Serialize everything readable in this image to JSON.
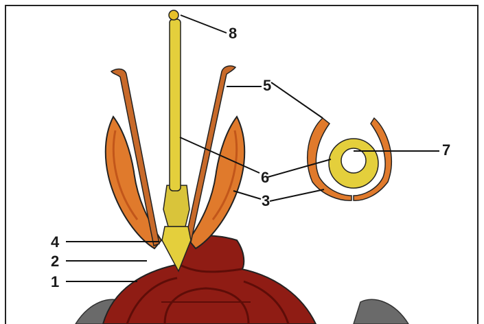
{
  "labels": {
    "l1": "1",
    "l2": "2",
    "l3": "3",
    "l4": "4",
    "l5": "5",
    "l6": "6",
    "l7": "7",
    "l8": "8"
  },
  "colors": {
    "background": "#ffffff",
    "frame": "#222222",
    "head": "#8f1c14",
    "head_dark": "#5e0d08",
    "mandible_dark": "#c2561a",
    "mandible": "#e07a2c",
    "maxilla": "#c86a2a",
    "hypopharynx": "#d9c43a",
    "proboscis": "#e4cf3c",
    "glossa_tip": "#e6c02a",
    "eye": "#6a6a6a",
    "leader": "#111111"
  }
}
